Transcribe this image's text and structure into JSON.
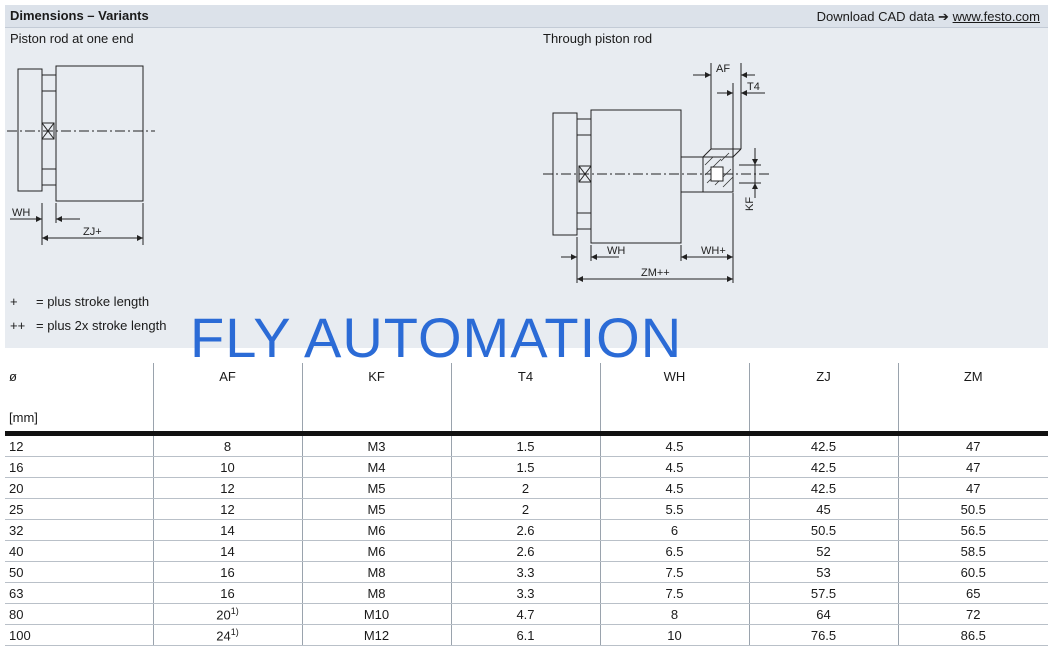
{
  "header": {
    "title": "Dimensions – Variants",
    "download_label": "Download CAD data ➔",
    "download_link": "www.festo.com"
  },
  "captions": {
    "left": "Piston rod at one end",
    "right": "Through piston rod"
  },
  "drawing_labels": {
    "left_wh": "WH",
    "left_zj": "ZJ+",
    "right_af": "AF",
    "right_t4": "T4",
    "right_kf": "KF",
    "right_wh": "WH",
    "right_wh_plus": "WH+",
    "right_zm": "ZM++"
  },
  "legend": [
    {
      "symbol": "+",
      "text": "= plus stroke length"
    },
    {
      "symbol": "++",
      "text": "= plus 2x stroke length"
    }
  ],
  "watermark": "FLY AUTOMATION",
  "table": {
    "columns": [
      "ø",
      "AF",
      "KF",
      "T4",
      "WH",
      "ZJ",
      "ZM"
    ],
    "unit": "[mm]",
    "rows": [
      {
        "d": "12",
        "af": "8",
        "af_note": "",
        "kf": "M3",
        "t4": "1.5",
        "wh": "4.5",
        "zj": "42.5",
        "zm": "47"
      },
      {
        "d": "16",
        "af": "10",
        "af_note": "",
        "kf": "M4",
        "t4": "1.5",
        "wh": "4.5",
        "zj": "42.5",
        "zm": "47"
      },
      {
        "d": "20",
        "af": "12",
        "af_note": "",
        "kf": "M5",
        "t4": "2",
        "wh": "4.5",
        "zj": "42.5",
        "zm": "47"
      },
      {
        "d": "25",
        "af": "12",
        "af_note": "",
        "kf": "M5",
        "t4": "2",
        "wh": "5.5",
        "zj": "45",
        "zm": "50.5"
      },
      {
        "d": "32",
        "af": "14",
        "af_note": "",
        "kf": "M6",
        "t4": "2.6",
        "wh": "6",
        "zj": "50.5",
        "zm": "56.5"
      },
      {
        "d": "40",
        "af": "14",
        "af_note": "",
        "kf": "M6",
        "t4": "2.6",
        "wh": "6.5",
        "zj": "52",
        "zm": "58.5"
      },
      {
        "d": "50",
        "af": "16",
        "af_note": "",
        "kf": "M8",
        "t4": "3.3",
        "wh": "7.5",
        "zj": "53",
        "zm": "60.5"
      },
      {
        "d": "63",
        "af": "16",
        "af_note": "",
        "kf": "M8",
        "t4": "3.3",
        "wh": "7.5",
        "zj": "57.5",
        "zm": "65"
      },
      {
        "d": "80",
        "af": "20",
        "af_note": "1)",
        "kf": "M10",
        "t4": "4.7",
        "wh": "8",
        "zj": "64",
        "zm": "72"
      },
      {
        "d": "100",
        "af": "24",
        "af_note": "1)",
        "kf": "M12",
        "t4": "6.1",
        "wh": "10",
        "zj": "76.5",
        "zm": "86.5"
      }
    ]
  }
}
